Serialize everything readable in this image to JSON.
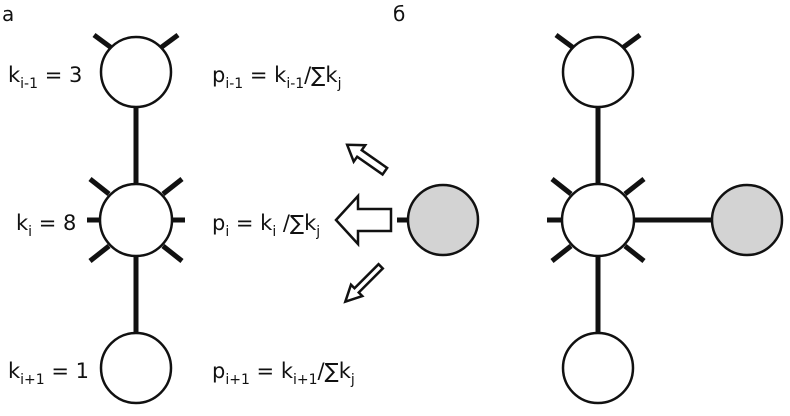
{
  "panels": {
    "a": "а",
    "b": "б"
  },
  "colors": {
    "stroke": "#111111",
    "node_fill": "#ffffff",
    "new_node_fill": "#d3d3d3"
  },
  "labels": {
    "k_top": {
      "base": "k",
      "sub": "i-1",
      "rest": " = 3"
    },
    "k_mid": {
      "base": "k",
      "sub": "i",
      "rest": " = 8"
    },
    "k_bot": {
      "base": "k",
      "sub": "i+1",
      "rest": " = 1"
    },
    "p_top": {
      "p": "p",
      "p_sub": "i-1",
      "eq": " = k",
      "k_sub": "i-1",
      "div": "/∑k",
      "j": "j"
    },
    "p_mid": {
      "p": "p",
      "p_sub": "i",
      "eq": " = k",
      "k_sub": "i",
      "div": " /∑k",
      "j": "j"
    },
    "p_bot": {
      "p": "p",
      "p_sub": "i+1",
      "eq": " = k",
      "k_sub": "i+1",
      "div": "/∑k",
      "j": "j"
    }
  }
}
